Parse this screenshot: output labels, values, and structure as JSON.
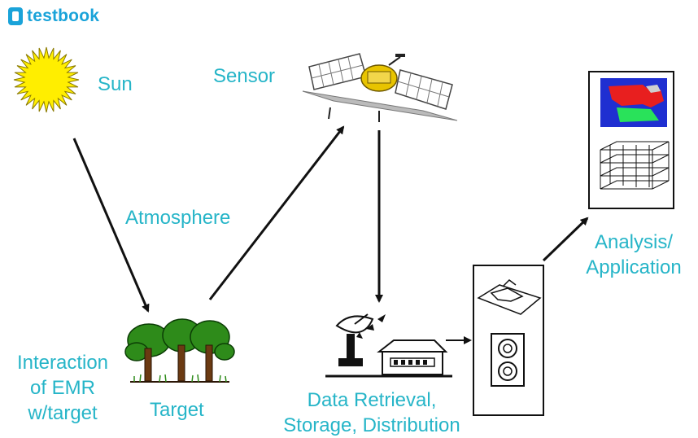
{
  "brand": {
    "name": "testbook",
    "color": "#1aa3d9"
  },
  "labels": {
    "sun": "Sun",
    "sensor": "Sensor",
    "atmosphere": "Atmosphere",
    "interaction_line1": "Interaction",
    "interaction_line2": "of EMR",
    "interaction_line3": "w/target",
    "target": "Target",
    "data_line1": "Data Retrieval,",
    "data_line2": "Storage, Distribution",
    "analysis_line1": "Analysis/",
    "analysis_line2": "Application"
  },
  "colors": {
    "label": "#26b5c8",
    "arrow": "#111111",
    "sun": "#ffee00"
  },
  "icons": [
    "sun-icon",
    "satellite-icon",
    "trees-icon",
    "satellite-dish-icon",
    "ground-station-icon",
    "map-icon",
    "image-grid-icon"
  ]
}
